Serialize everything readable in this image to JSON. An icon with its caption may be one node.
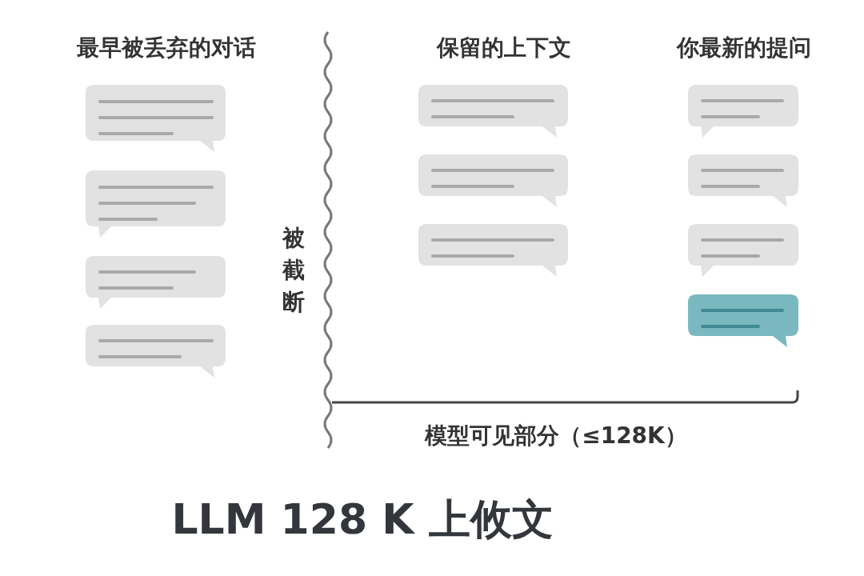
{
  "diagram": {
    "title": "LLM 128 K 上攸文",
    "nodes": [
      {
        "text": [],
        "shape": "bubble"
      },
      {
        "text": [],
        "shape": "bubble"
      },
      {
        "text": [],
        "shape": "bubble"
      },
      {
        "text": [],
        "shape": "bubble"
      },
      {
        "text": [],
        "shape": "bubble"
      },
      {
        "text": [],
        "shape": "bubble"
      },
      {
        "text": [],
        "shape": "bubble"
      },
      {
        "text": [],
        "shape": "bubble"
      },
      {
        "text": [],
        "shape": "bubble"
      },
      {
        "text": [],
        "shape": "bubble"
      },
      {
        "text": [],
        "shape": "bubble"
      }
    ],
    "labels": [
      "最早被丢弃的对话",
      "保留的上下文",
      "你最新的提问",
      "被截断",
      "模型可见部分（≤128K）"
    ]
  }
}
